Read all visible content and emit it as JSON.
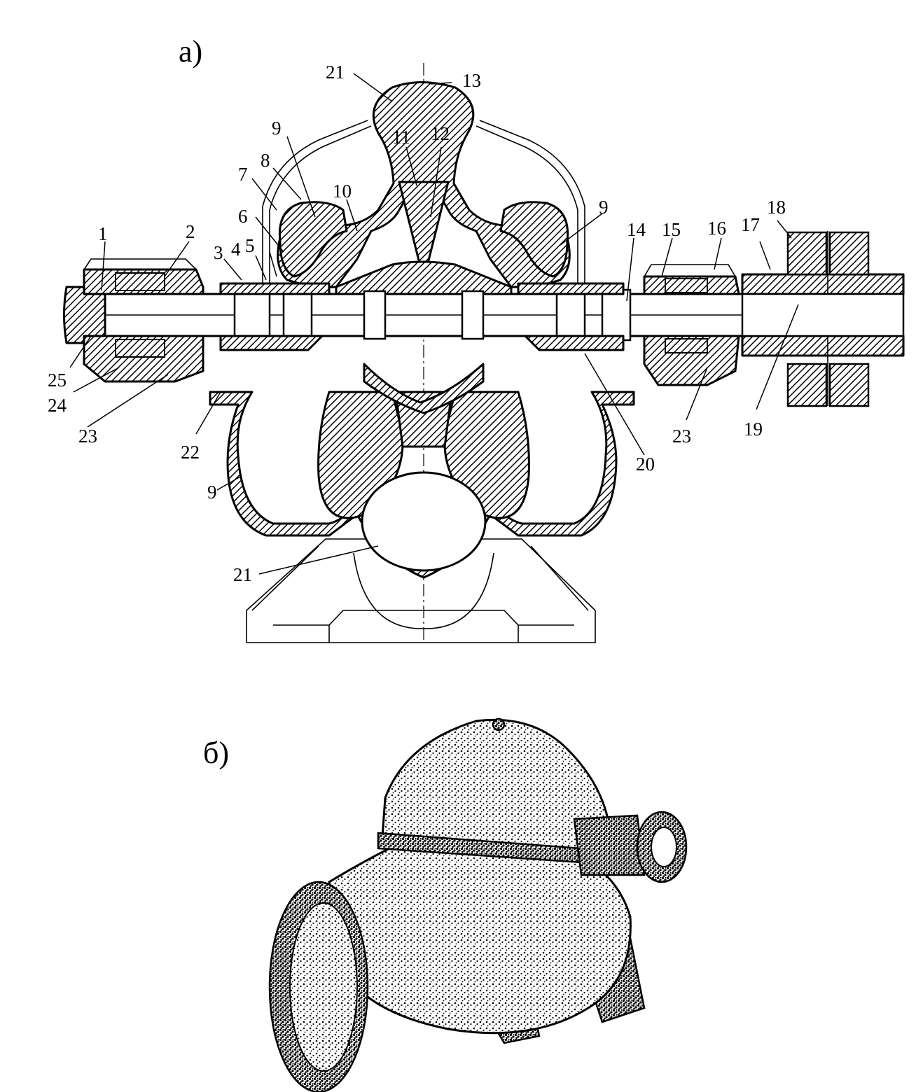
{
  "panels": {
    "a": {
      "label": "а)"
    },
    "b": {
      "label": "б)"
    }
  },
  "callouts": {
    "c1": "1",
    "c2": "2",
    "c3": "3",
    "c4": "4",
    "c5": "5",
    "c6": "6",
    "c7": "7",
    "c8": "8",
    "c9a": "9",
    "c9b": "9",
    "c9c": "9",
    "c10": "10",
    "c11": "11",
    "c12": "12",
    "c13": "13",
    "c14": "14",
    "c15": "15",
    "c16": "16",
    "c17": "17",
    "c18": "18",
    "c19": "19",
    "c20": "20",
    "c21a": "21",
    "c21b": "21",
    "c22": "22",
    "c23a": "23",
    "c23b": "23",
    "c24": "24",
    "c25": "25"
  },
  "colors": {
    "ink": "#000000",
    "paper": "#ffffff"
  }
}
